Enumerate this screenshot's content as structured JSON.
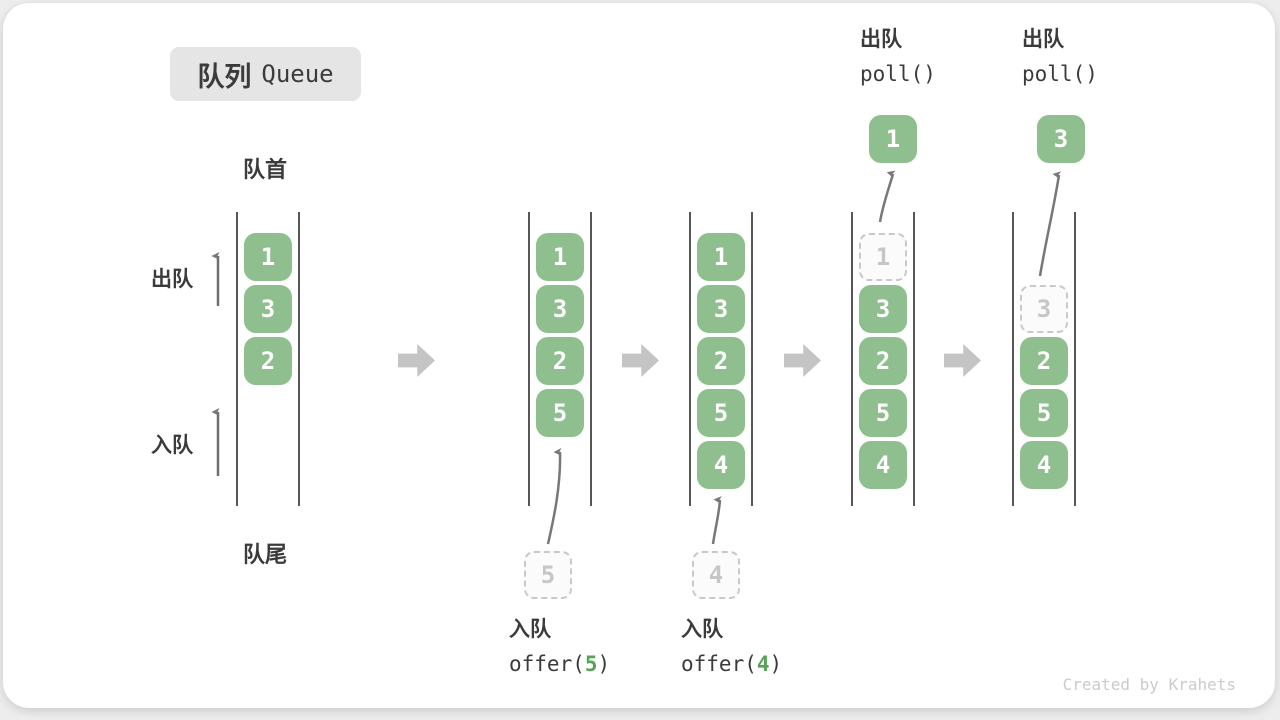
{
  "title": {
    "zh": "队列",
    "en": "Queue"
  },
  "labels": {
    "front": "队首",
    "rear": "队尾",
    "dequeue": "出队",
    "enqueue": "入队"
  },
  "colors": {
    "box_green": "#8fbf8f",
    "accent_green": "#57a257",
    "ghost_border": "#c9c9c9",
    "block_arrow": "#c4c4c4",
    "thin_arrow": "#787878",
    "text_dark": "#3b3b3b",
    "title_bg": "#e5e5e5"
  },
  "states": [
    {
      "name": "initial",
      "slots": [
        "1",
        "3",
        "2"
      ]
    },
    {
      "name": "after-offer-5",
      "slots": [
        "1",
        "3",
        "2",
        "5"
      ],
      "incoming": "5",
      "op_zh": "入队",
      "op_code_pre": "offer(",
      "op_arg": "5",
      "op_code_post": ")"
    },
    {
      "name": "after-offer-4",
      "slots": [
        "1",
        "3",
        "2",
        "5",
        "4"
      ],
      "incoming": "4",
      "op_zh": "入队",
      "op_code_pre": "offer(",
      "op_arg": "4",
      "op_code_post": ")"
    },
    {
      "name": "after-poll-1",
      "slots": [
        {
          "v": "1",
          "ghost": true
        },
        "3",
        "2",
        "5",
        "4"
      ],
      "outgoing": "1",
      "op_zh": "出队",
      "op_code": "poll()"
    },
    {
      "name": "after-poll-3",
      "slots": [
        null,
        {
          "v": "3",
          "ghost": true
        },
        "2",
        "5",
        "4"
      ],
      "outgoing": "3",
      "op_zh": "出队",
      "op_code": "poll()"
    }
  ],
  "watermark": "Created by Krahets"
}
